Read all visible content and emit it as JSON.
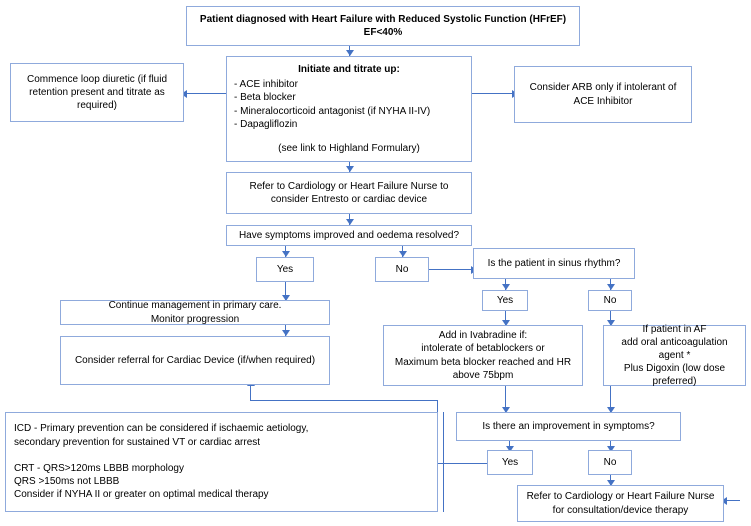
{
  "diagram": {
    "title": "Heart Failure with Reduced Systolic Function (HFrEF) treatment pathway",
    "accent_color": "#4472C4",
    "border_color": "#8FAADC",
    "background_color": "#FFFFFF",
    "text_color": "#000000"
  },
  "nodes": {
    "diagnosis": "Patient diagnosed with Heart Failure with Reduced Systolic Function (HFrEF)\nEF<40%",
    "initiate_title": "Initiate and titrate up:",
    "initiate_items": "- ACE inhibitor\n- Beta blocker\n- Mineralocorticoid antagonist (if NYHA II-IV)\n- Dapagliflozin",
    "initiate_note": "(see link to Highland Formulary)",
    "loop_diuretic": "Commence loop diuretic (if fluid retention present and titrate as required)",
    "arb": "Consider ARB only if intolerant of ACE Inhibitor",
    "refer_entresto": "Refer to Cardiology or Heart Failure Nurse to consider Entresto or cardiac device",
    "symptoms_improved": "Have symptoms improved and oedema resolved?",
    "yes_1": "Yes",
    "no_1": "No",
    "sinus_rhythm": "Is the patient in sinus rhythm?",
    "yes_2": "Yes",
    "no_2": "No",
    "continue_mgmt": "Continue management in primary care.\nMonitor progression",
    "cardiac_device": "Consider referral for Cardiac Device (if/when required)",
    "ivabradine": "Add in Ivabradine if:\nintolerate of betablockers or\nMaximum beta blocker reached and HR\nabove 75bpm",
    "af_digoxin": "If patient in AF\nadd oral anticoagulation agent *\nPlus Digoxin (low dose preferred)",
    "improvement": "Is there an improvement in symptoms?",
    "yes_3": "Yes",
    "no_3": "No",
    "refer_consultation": "Refer to Cardiology or Heart Failure Nurse\nfor consultation/device therapy",
    "notes": "ICD - Primary prevention can be considered if ischaemic aetiology,\n secondary prevention for sustained VT or cardiac arrest\n\nCRT - QRS>120ms LBBB morphology\nQRS >150ms not LBBB\nConsider if NYHA II or greater on optimal medical therapy"
  }
}
